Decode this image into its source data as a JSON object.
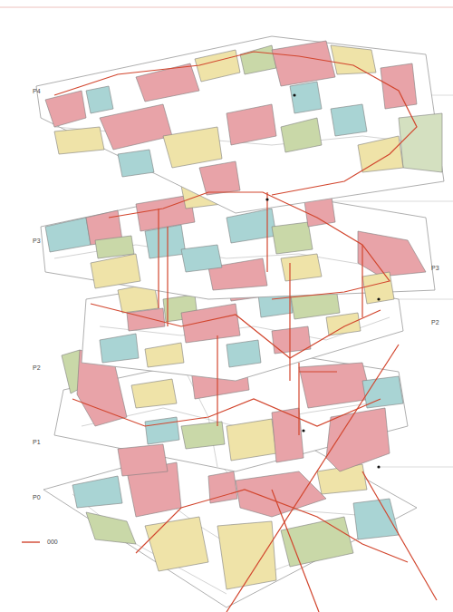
{
  "diagram": {
    "labels": [
      "P4",
      "P3",
      "P2",
      "P1",
      "P0",
      "P3",
      "P2"
    ],
    "legend": [
      {
        "text": "000"
      }
    ]
  }
}
